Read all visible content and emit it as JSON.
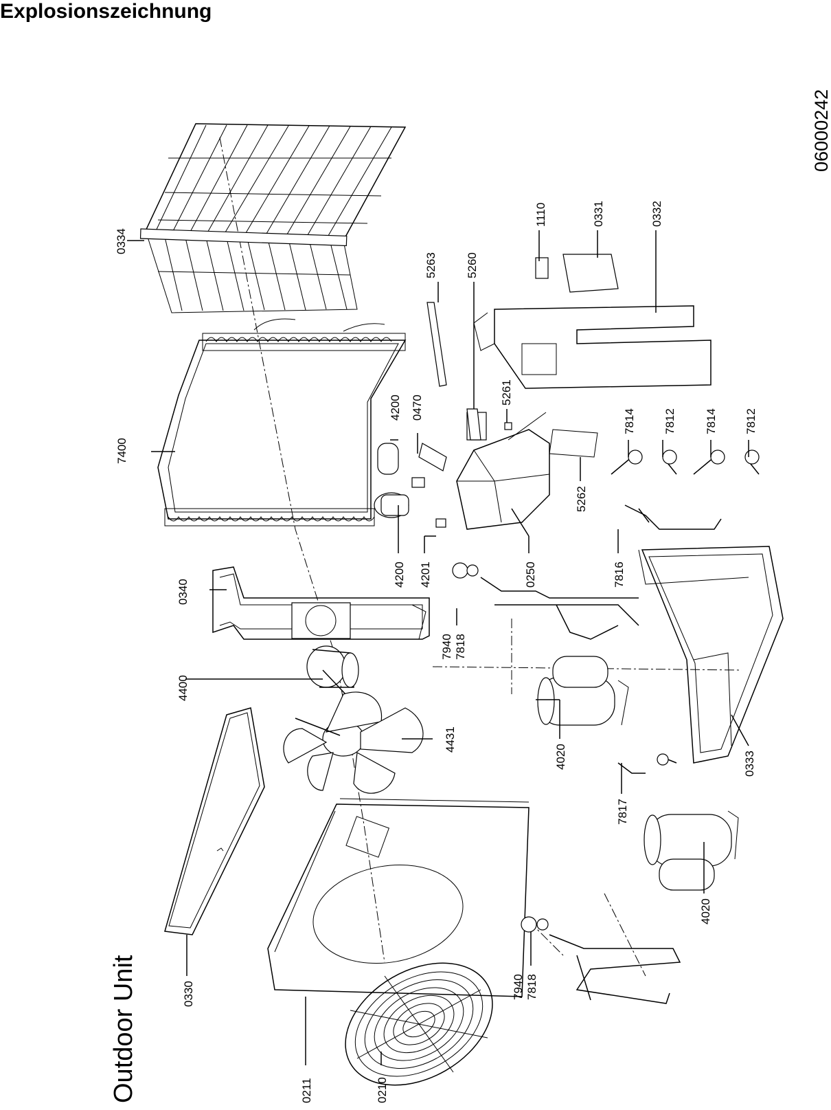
{
  "header": {
    "title": "Explosionszeichnung"
  },
  "drawing": {
    "unit_title": "Outdoor Unit",
    "document_number": "06000242",
    "part_numbers": {
      "p0330": "0330",
      "p0211": "0211",
      "p0210": "0210",
      "p7940a": "7940",
      "p7818a": "7818",
      "p4020a": "4020",
      "p7817": "7817",
      "p0333": "0333",
      "p4020b": "4020",
      "p4431": "4431",
      "p4400": "4400",
      "p7940b": "7940",
      "p7818b": "7818",
      "p0340": "0340",
      "p4200a": "4200",
      "p4201": "4201",
      "p0250": "0250",
      "p7816": "7816",
      "p7400": "7400",
      "p4200b": "4200",
      "p0470": "0470",
      "p5262": "5262",
      "p7814a": "7814",
      "p7812a": "7812",
      "p7814b": "7814",
      "p7812b": "7812",
      "p0334": "0334",
      "p5263": "5263",
      "p5260": "5260",
      "p5261": "5261",
      "p1110": "1110",
      "p0331": "0331",
      "p0332": "0332"
    }
  }
}
